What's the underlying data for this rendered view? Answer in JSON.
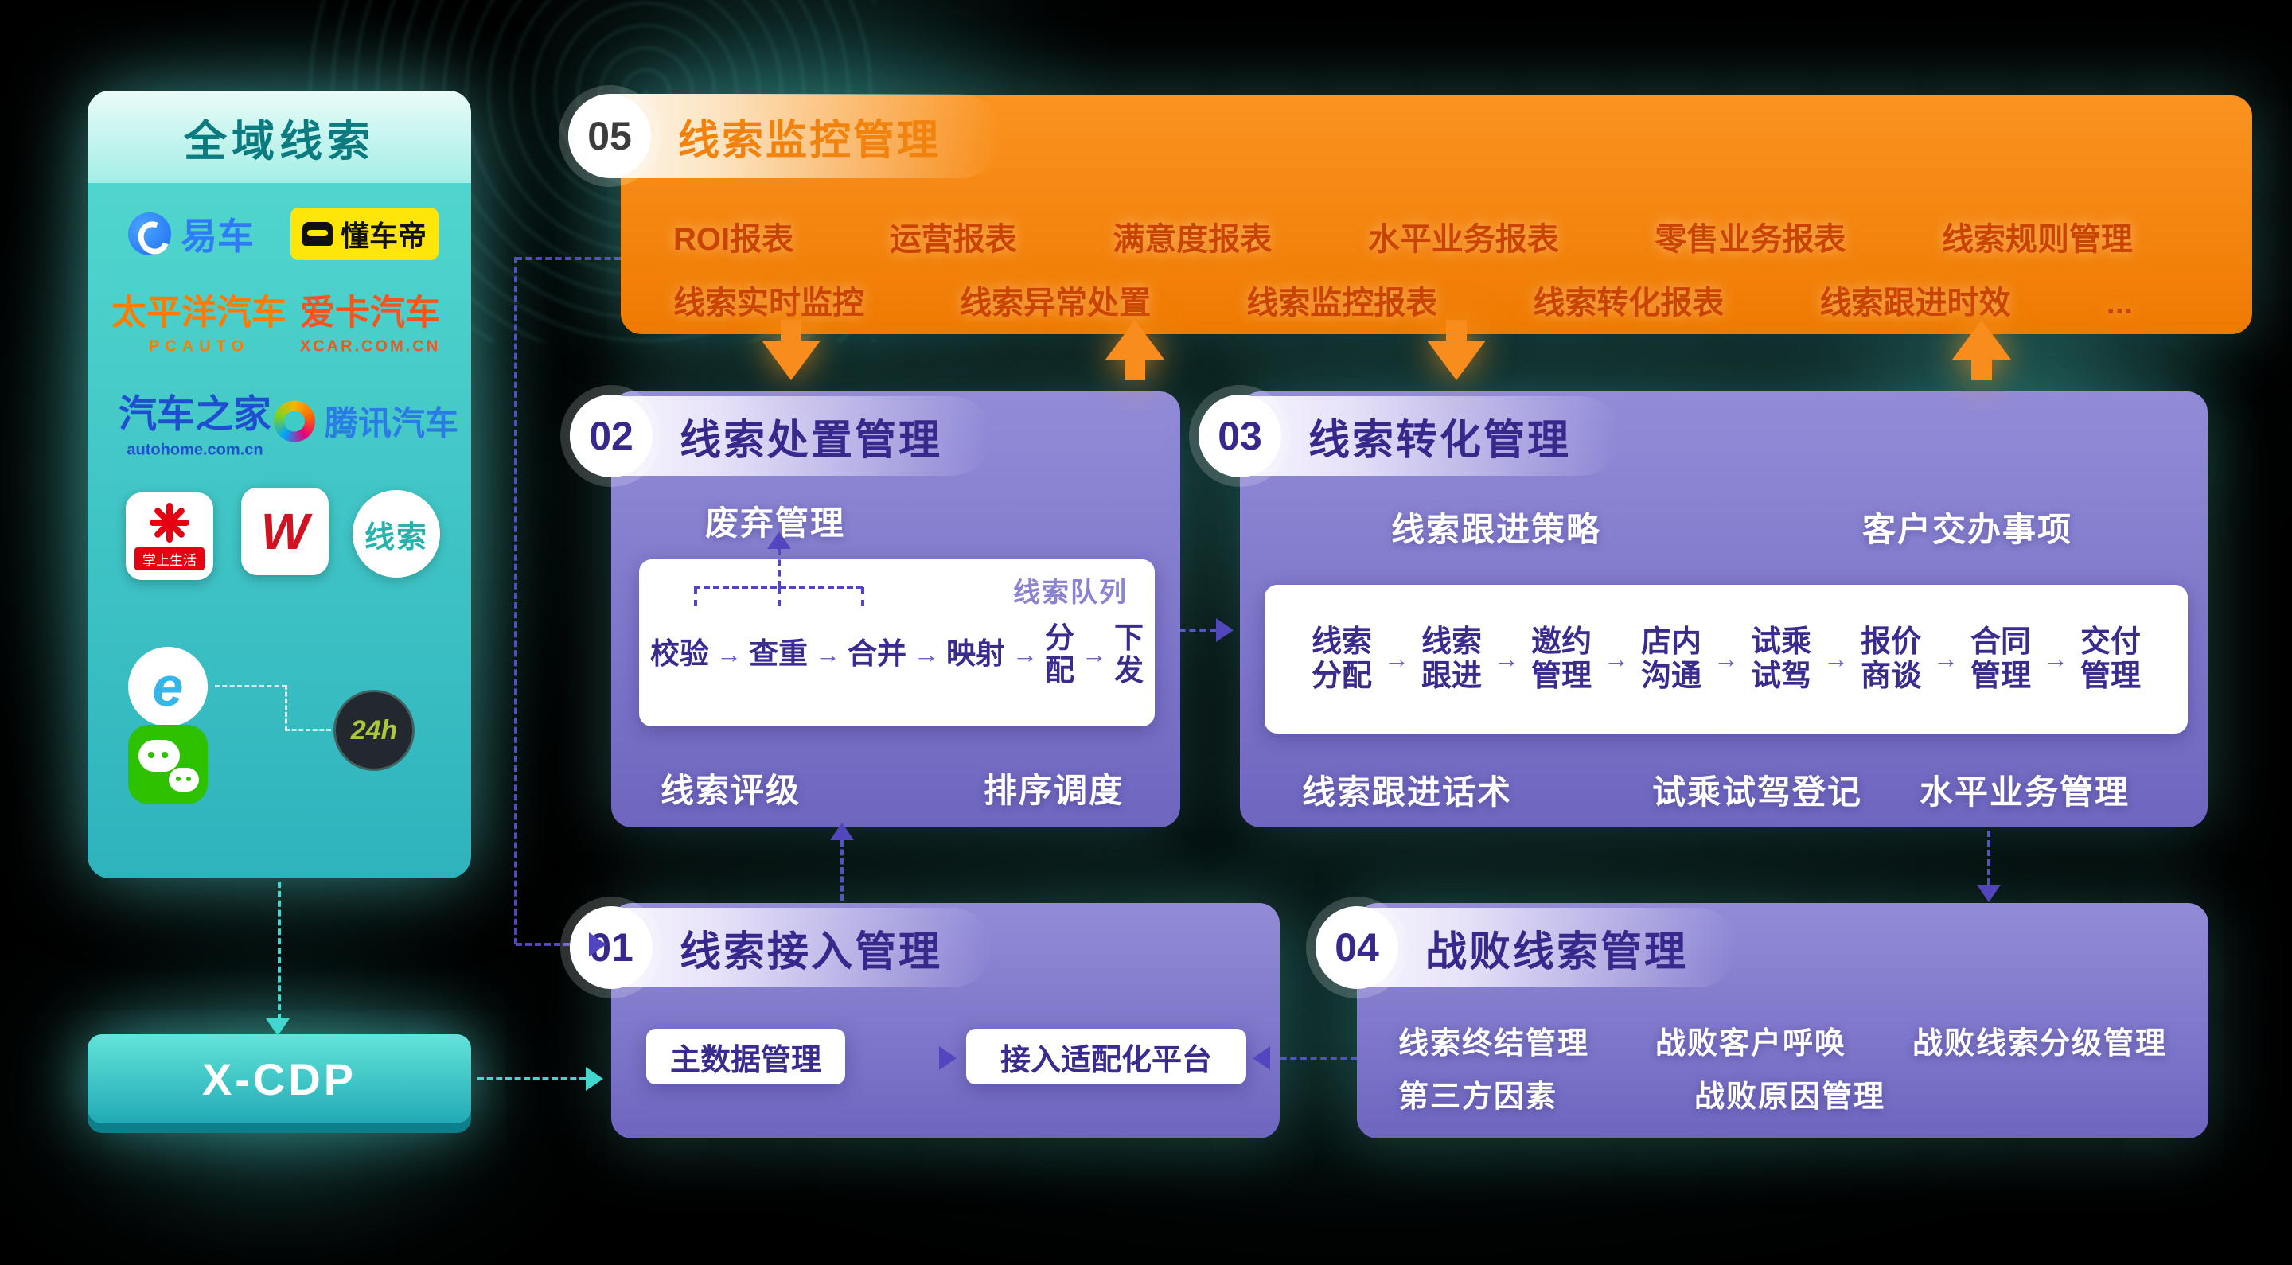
{
  "colors": {
    "teal": "#35cfc6",
    "orange": "#f6820d",
    "purple": "#7b74c9",
    "deep_purple": "#37298c"
  },
  "ui": {
    "step_arrow": "→"
  },
  "source_panel": {
    "title": "全域线索",
    "logos": {
      "yiche": "易车",
      "dongchedi": "懂车帝",
      "pcauto": "太平洋汽车",
      "pcauto_sub": "PCAUTO",
      "xcar": "爱卡汽车",
      "xcar_sub": "XCAR.COM.CN",
      "autohome": "汽车之家",
      "autohome_sub": "autohome.com.cn",
      "tencent": "腾讯汽车",
      "zhangshang": "掌上生活",
      "w": "W",
      "xiansuo": "线索",
      "ie": "e",
      "h24": "24h"
    }
  },
  "xcdp": {
    "label": "X-CDP"
  },
  "panels": {
    "p05": {
      "number": "05",
      "title": "线索监控管理",
      "row1": [
        "ROI报表",
        "运营报表",
        "满意度报表",
        "水平业务报表",
        "零售业务报表",
        "线索规则管理"
      ],
      "row2": [
        "线索实时监控",
        "线索异常处置",
        "线索监控报表",
        "线索转化报表",
        "线索跟进时效",
        "..."
      ]
    },
    "p02": {
      "number": "02",
      "title": "线索处置管理",
      "discard": "废弃管理",
      "queue": "线索队列",
      "steps": [
        "校验",
        "查重",
        "合并",
        "映射",
        "分\n配",
        "下\n发"
      ],
      "bottom": [
        "线索评级",
        "排序调度"
      ]
    },
    "p03": {
      "number": "03",
      "title": "线索转化管理",
      "top": [
        "线索跟进策略",
        "客户交办事项"
      ],
      "steps": [
        "线索\n分配",
        "线索\n跟进",
        "邀约\n管理",
        "店内\n沟通",
        "试乘\n试驾",
        "报价\n商谈",
        "合同\n管理",
        "交付\n管理"
      ],
      "bottom": [
        "线索跟进话术",
        "试乘试驾登记",
        "水平业务管理"
      ]
    },
    "p01": {
      "number": "01",
      "title": "线索接入管理",
      "boxes": [
        "主数据管理",
        "接入适配化平台"
      ]
    },
    "p04": {
      "number": "04",
      "title": "战败线索管理",
      "row1": [
        "线索终结管理",
        "战败客户呼唤",
        "战败线索分级管理"
      ],
      "row2": [
        "第三方因素",
        "战败原因管理"
      ]
    }
  }
}
